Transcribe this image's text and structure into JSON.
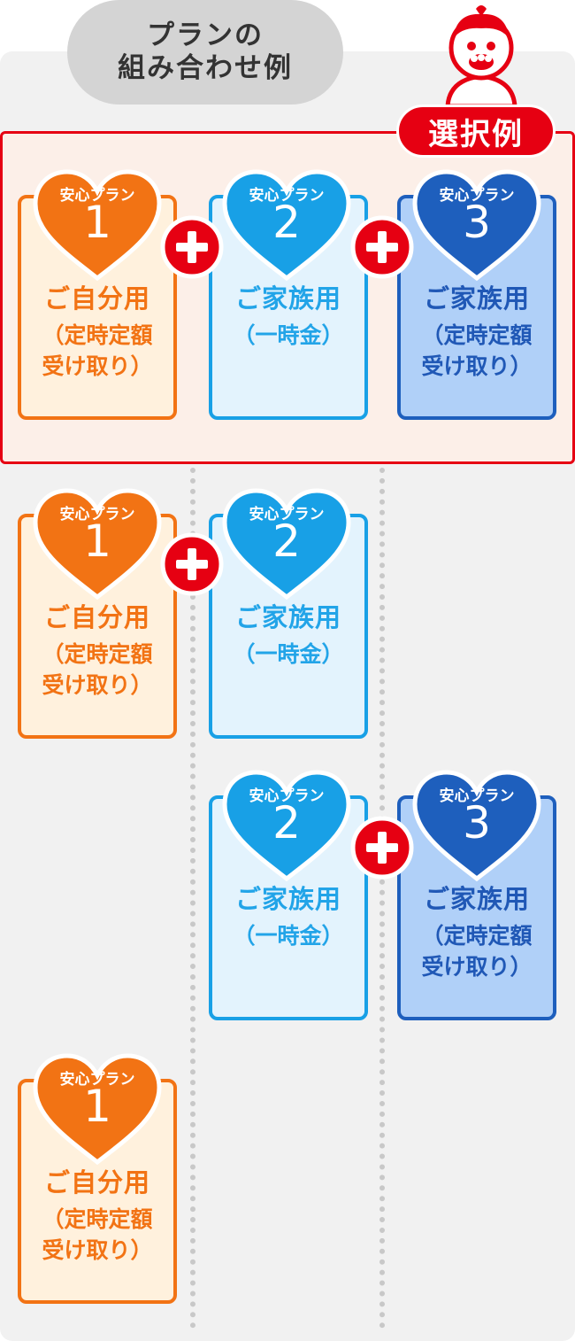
{
  "title": {
    "line1": "プランの",
    "line2": "組み合わせ例"
  },
  "example_label": "選択例",
  "plans": {
    "p1": {
      "label": "安心プラン",
      "number": "1",
      "name": "ご自分用",
      "note1": "（定時定額",
      "note2": "受け取り）"
    },
    "p2": {
      "label": "安心プラン",
      "number": "2",
      "name": "ご家族用",
      "note1": "（一時金）"
    },
    "p3": {
      "label": "安心プラン",
      "number": "3",
      "name": "ご家族用",
      "note1": "（定時定額",
      "note2": "受け取り）"
    }
  },
  "colors": {
    "plan1": "#f27314",
    "plan2": "#18a0e6",
    "plan3": "#1e5fbd",
    "plus": "#e60012",
    "example_border": "#e60012"
  },
  "icons": {
    "plus": "plus-icon",
    "heart": "heart-icon",
    "mascot": "mascot-icon"
  }
}
